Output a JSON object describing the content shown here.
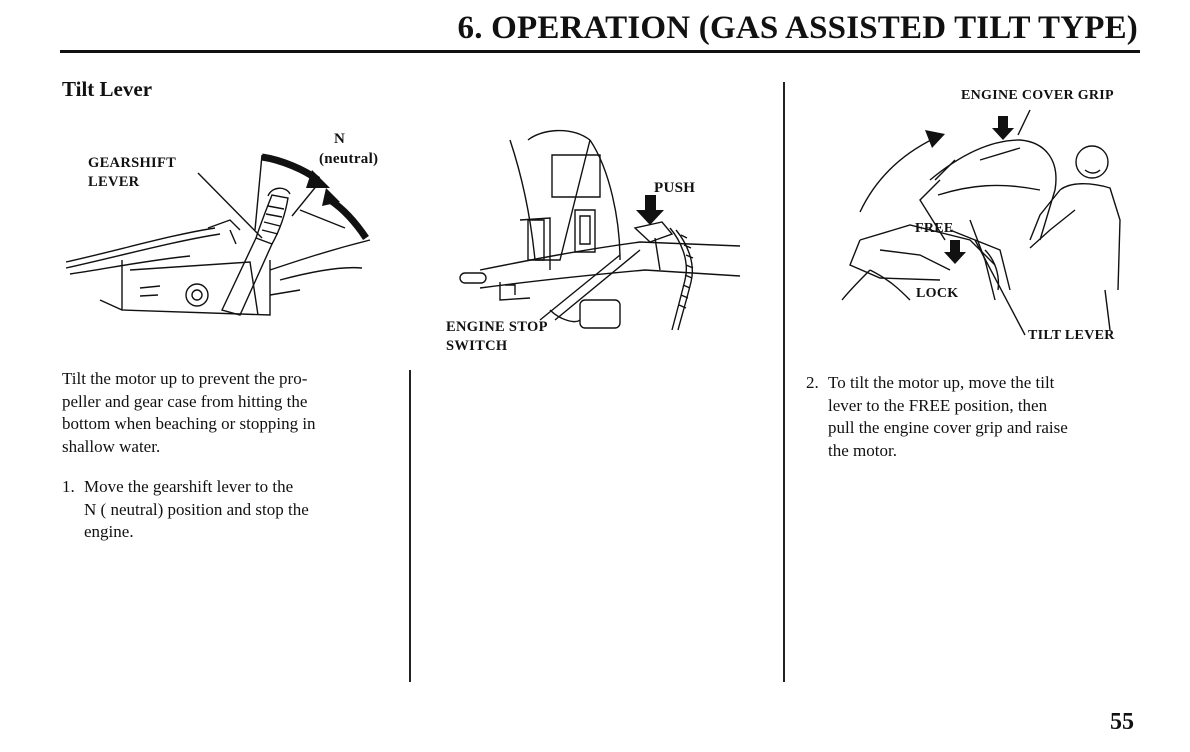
{
  "header": {
    "title": "6. OPERATION (GAS ASSISTED TILT TYPE)"
  },
  "section": {
    "title": "Tilt Lever"
  },
  "figure_left": {
    "labels": {
      "gearshift_line1": "GEARSHIFT",
      "gearshift_line2": "LEVER",
      "n": "N",
      "neutral": "(neutral)"
    }
  },
  "figure_middle": {
    "labels": {
      "push": "PUSH",
      "engine_stop_line1": "ENGINE STOP",
      "engine_stop_line2": "SWITCH"
    }
  },
  "figure_right": {
    "labels": {
      "engine_cover_grip": "ENGINE COVER GRIP",
      "free": "FREE",
      "lock": "LOCK",
      "tilt_lever": "TILT LEVER"
    }
  },
  "content": {
    "intro_lines": [
      "Tilt the motor up to prevent the pro-",
      "peller and gear case from hitting the",
      "bottom when beaching or stopping in",
      "shallow water."
    ],
    "step1": {
      "number": "1.",
      "lines": [
        "Move the gearshift lever to the",
        "N ( neutral) position and stop the",
        "engine."
      ]
    },
    "step2": {
      "number": "2.",
      "lines": [
        "To tilt the motor up, move the tilt",
        "lever to the FREE position, then",
        "pull the engine cover grip and raise",
        "the motor."
      ]
    }
  },
  "page_number": "55"
}
